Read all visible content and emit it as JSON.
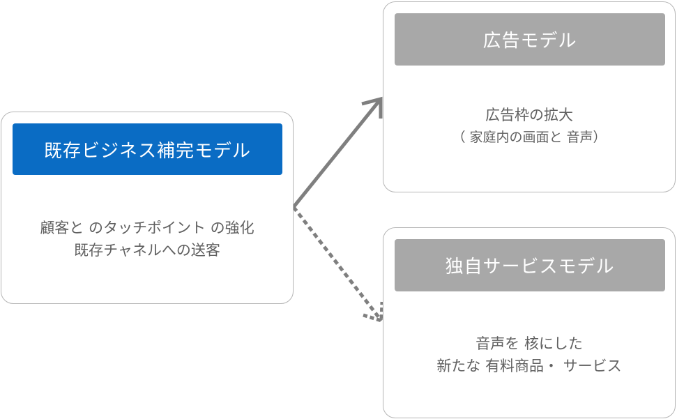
{
  "left_card": {
    "title": "既存ビジネス補完モデル",
    "lines": [
      "顧客と のタッチポイント の強化",
      "既存チャネルへの送客"
    ]
  },
  "ad_card": {
    "title": "広告モデル",
    "lines": [
      "広告枠の拡大",
      "（ 家庭内の画面と 音声）"
    ]
  },
  "service_card": {
    "title": "独自サービスモデル",
    "lines": [
      "音声を 核にした",
      "新たな 有料商品・ サービス"
    ]
  },
  "colors": {
    "accent_blue": "#0a6cc4",
    "header_gray": "#a8a8a8",
    "arrow_gray": "#7f7f7f",
    "text_gray": "#606060"
  }
}
